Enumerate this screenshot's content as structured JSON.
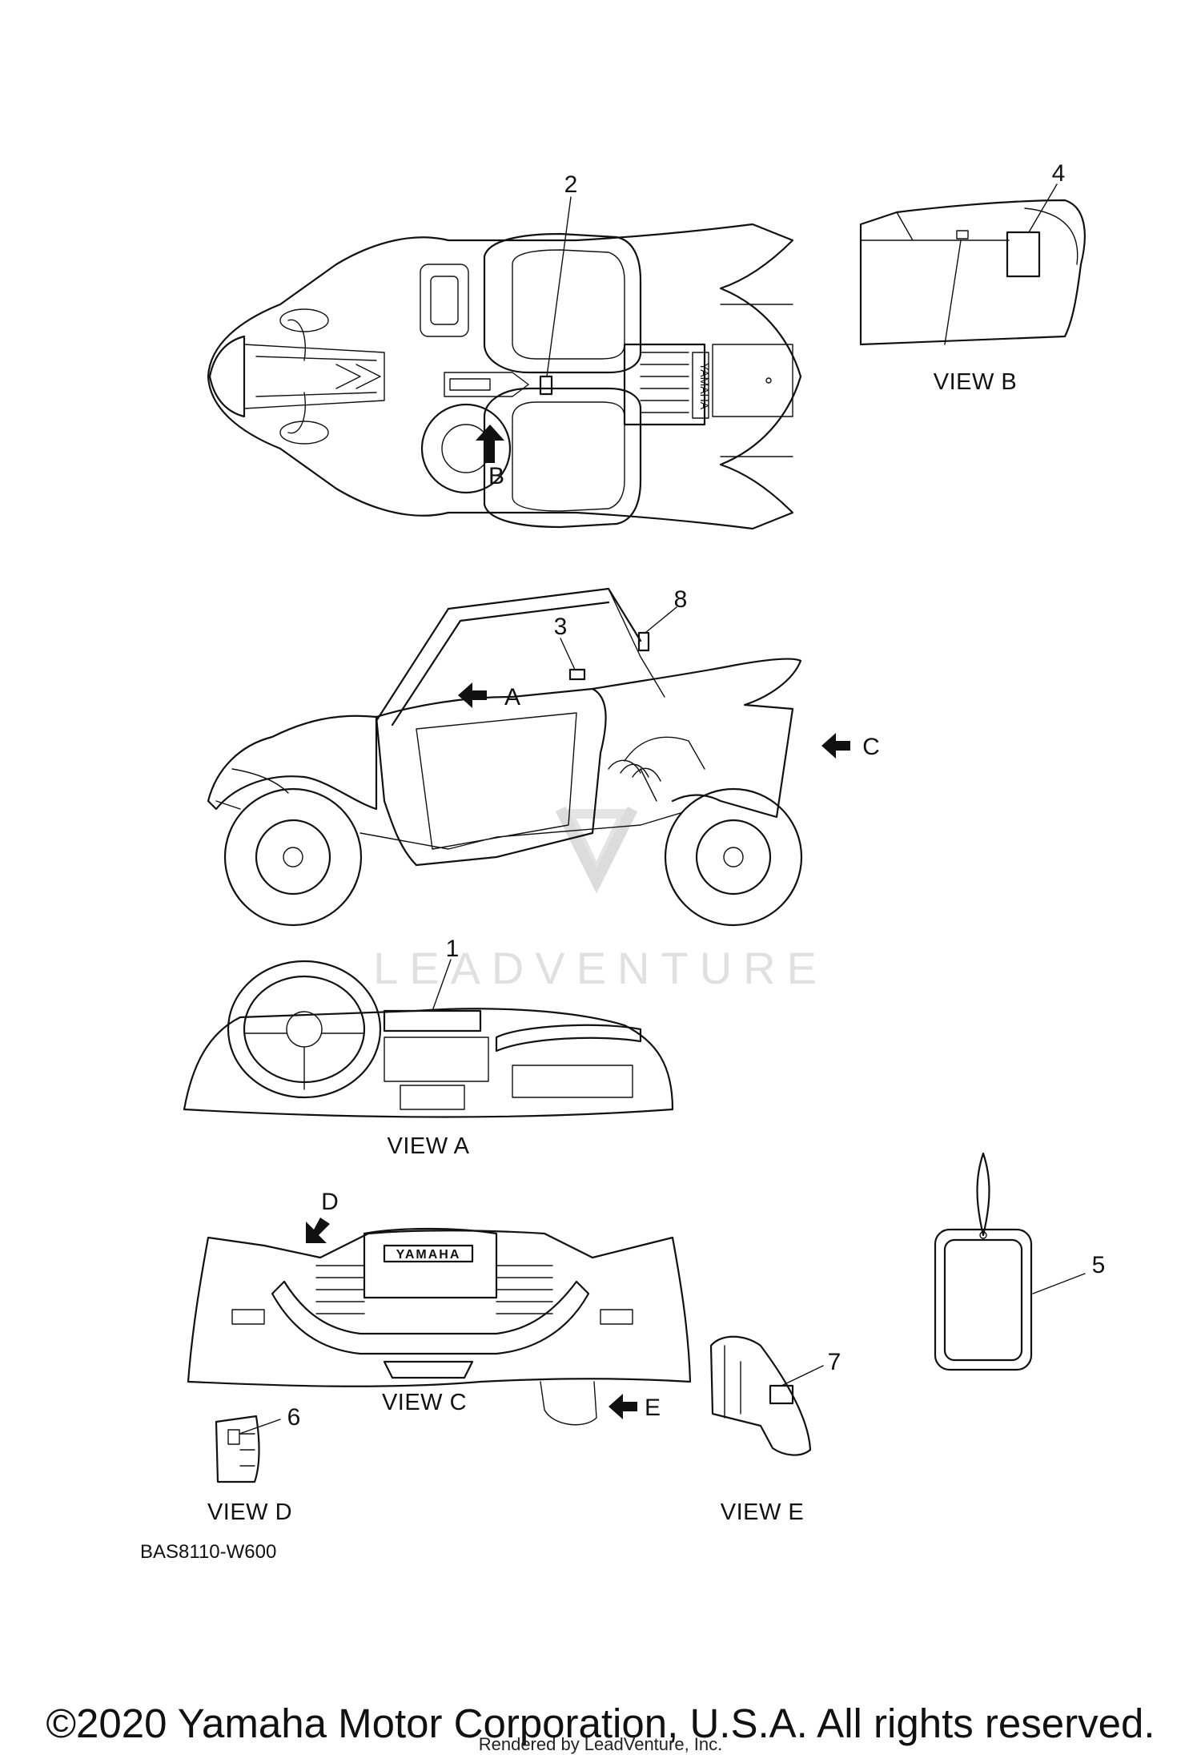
{
  "callouts": {
    "c1": "1",
    "c2": "2",
    "c3": "3",
    "c4": "4",
    "c5": "5",
    "c6": "6",
    "c7": "7",
    "c8": "8"
  },
  "view_arrows": {
    "a": "A",
    "b": "B",
    "c": "C",
    "d": "D",
    "e": "E"
  },
  "captions": {
    "view_a": "VIEW A",
    "view_b": "VIEW B",
    "view_c": "VIEW C",
    "view_d": "VIEW D",
    "view_e": "VIEW E"
  },
  "part_code": "BAS8110-W600",
  "watermark": "LEADVENTURE",
  "hood_badge": "YAMAHA",
  "copyright": "©2020 Yamaha Motor Corporation, U.S.A. All rights reserved.",
  "rendered_by": "Rendered by LeadVenture, Inc."
}
